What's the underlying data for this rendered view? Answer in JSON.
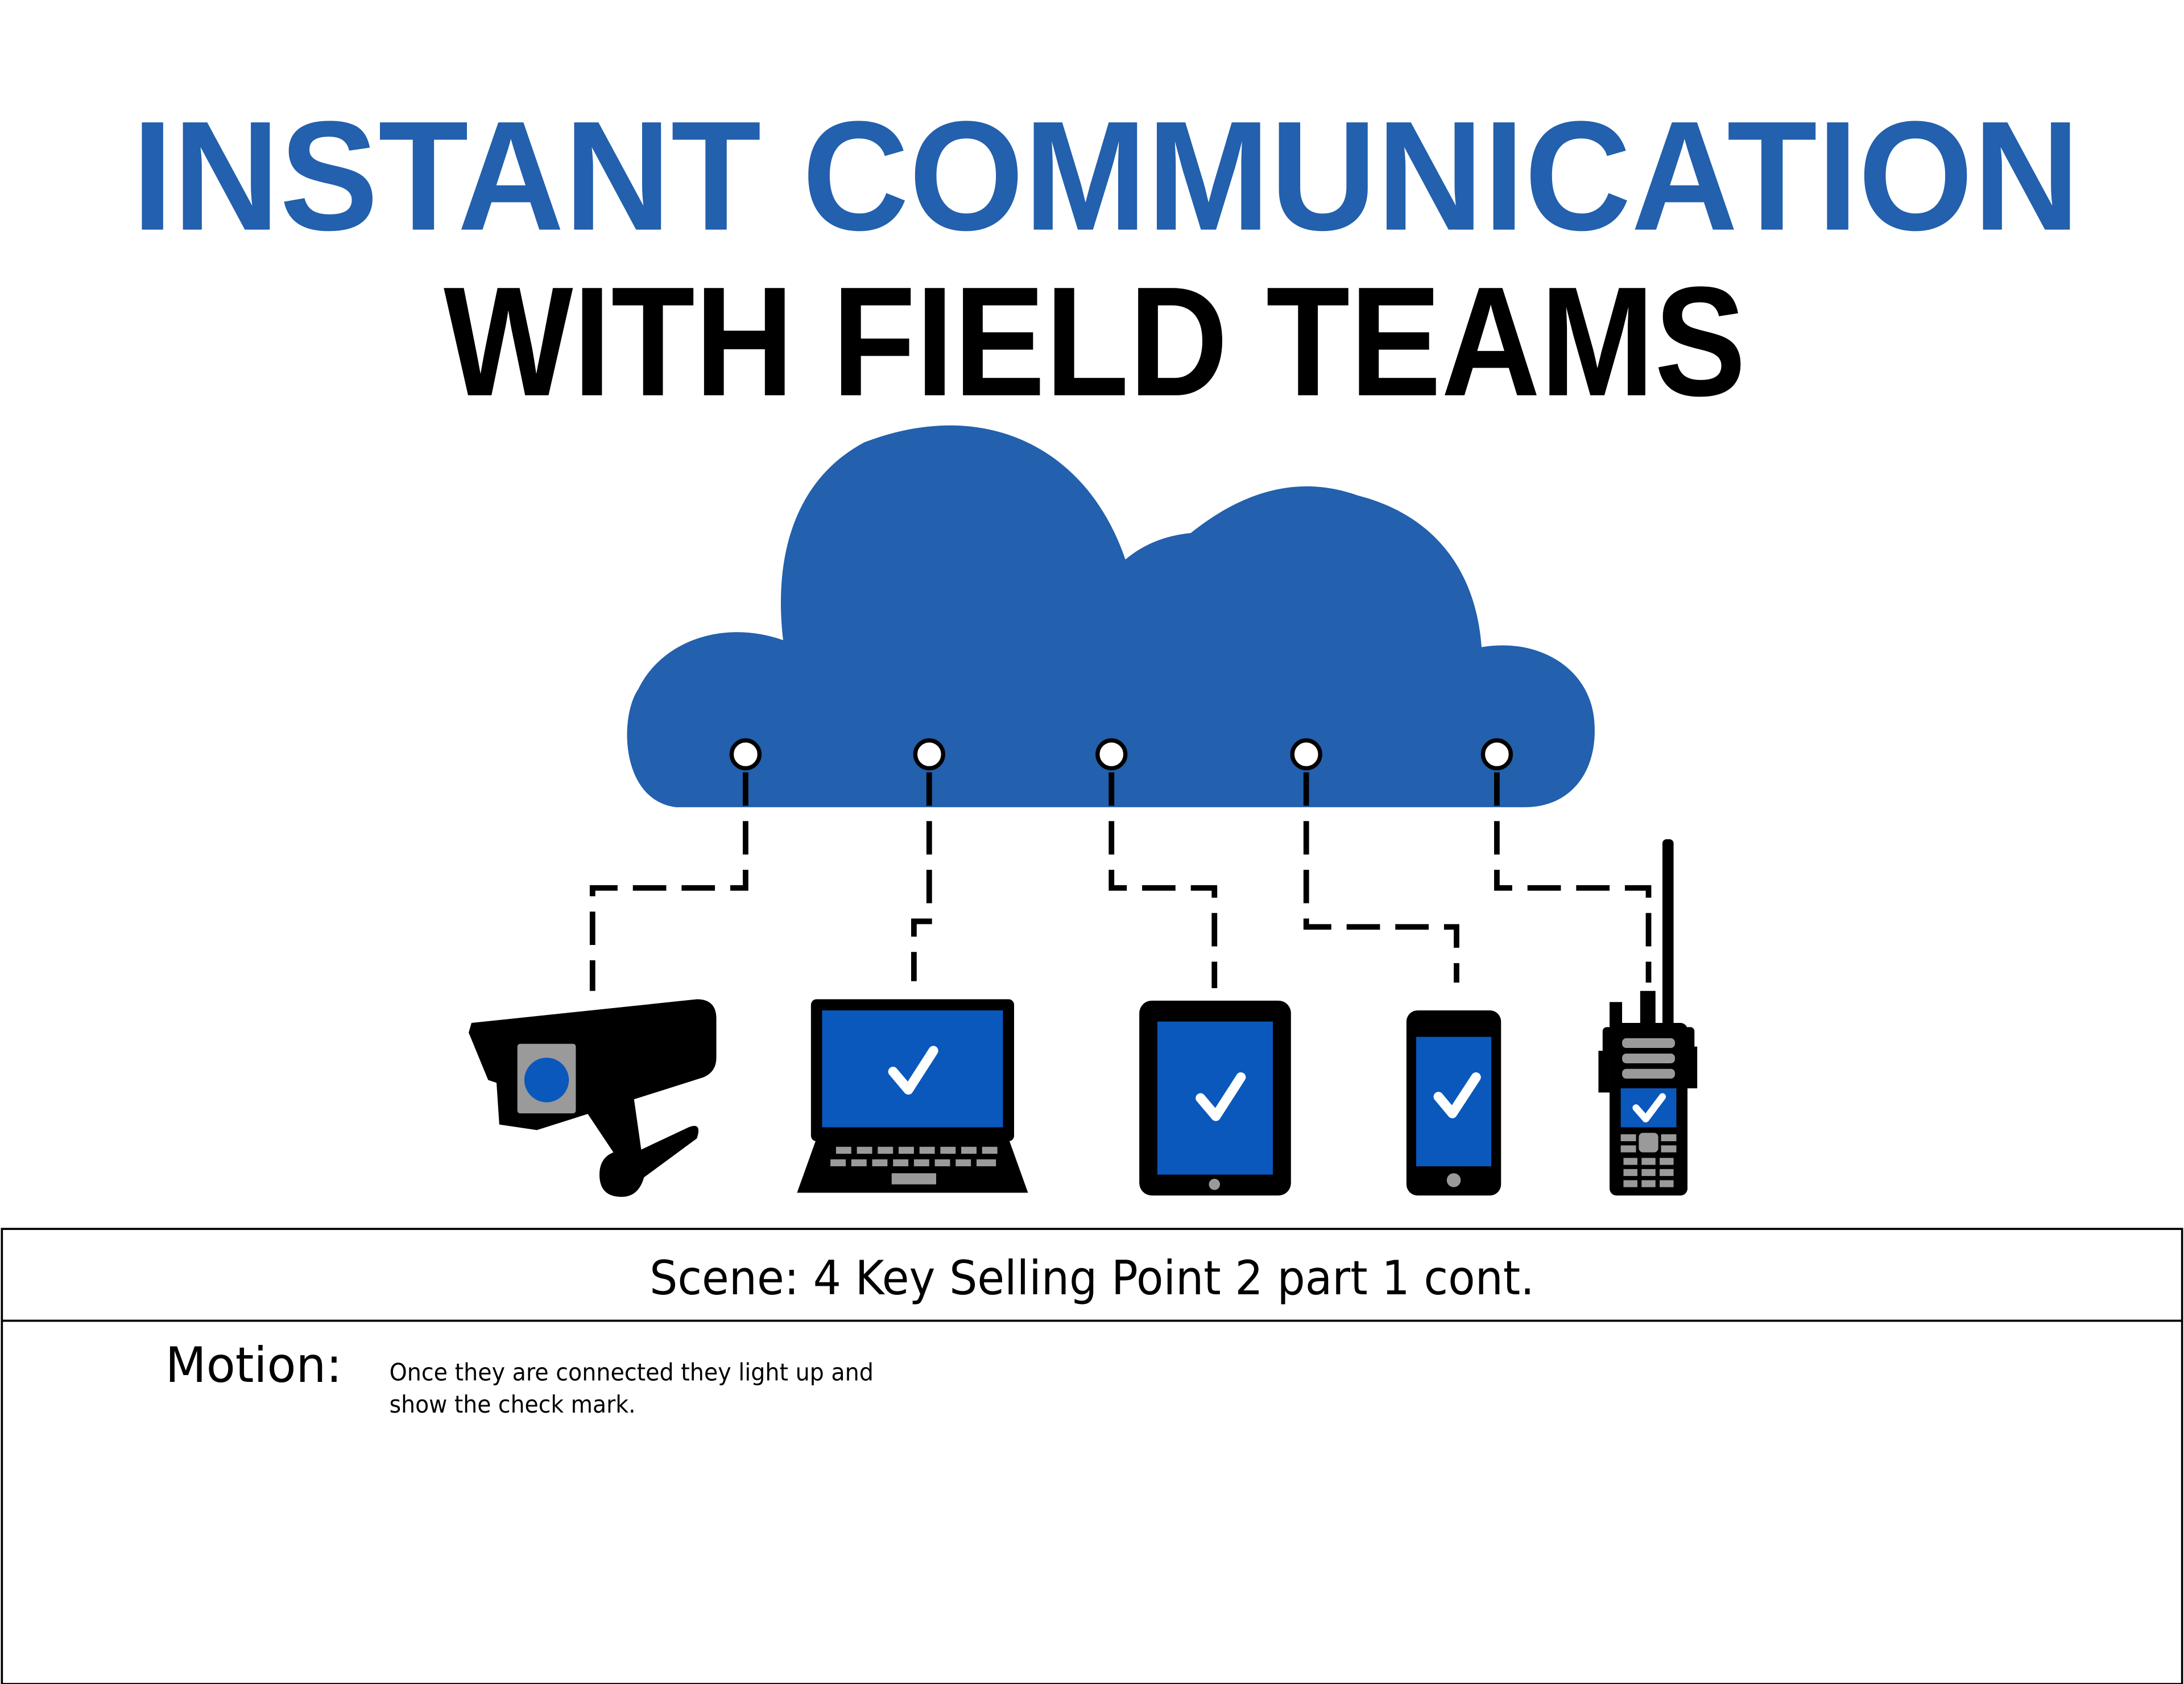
{
  "headline": {
    "line1": "INSTANT COMMUNICATION",
    "line2": "WITH FIELD TEAMS"
  },
  "colors": {
    "brand_blue": "#2360AD",
    "screen_blue": "#0A58BB",
    "ink": "#000000",
    "device_gray": "#9A9A9A",
    "border": "#000000",
    "background": "#FFFFFF"
  },
  "icons": {
    "cloud": "cloud-icon",
    "camera": "security-camera-icon",
    "laptop": "laptop-icon",
    "tablet": "tablet-icon",
    "phone": "smartphone-icon",
    "radio": "two-way-radio-icon",
    "check": "check-mark-icon"
  },
  "scene": {
    "label": "Scene: 4 Key Selling Point 2 part 1 cont."
  },
  "motion": {
    "label": "Motion:",
    "description_line1": "Once they are connected they light up and",
    "description_line2": "show the check mark."
  }
}
